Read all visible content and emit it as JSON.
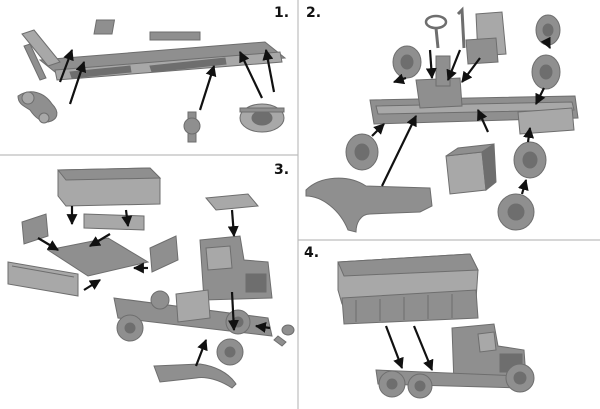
{
  "steps": [
    {
      "label": "1."
    },
    {
      "label": "2."
    },
    {
      "label": "3."
    },
    {
      "label": "4."
    }
  ],
  "colors": {
    "part_fill": "#8f8f8f",
    "part_dark": "#6e6e6e",
    "part_light": "#a8a8a8",
    "arrow": "#111111",
    "divider": "#bdbdbd",
    "background": "#ffffff"
  }
}
